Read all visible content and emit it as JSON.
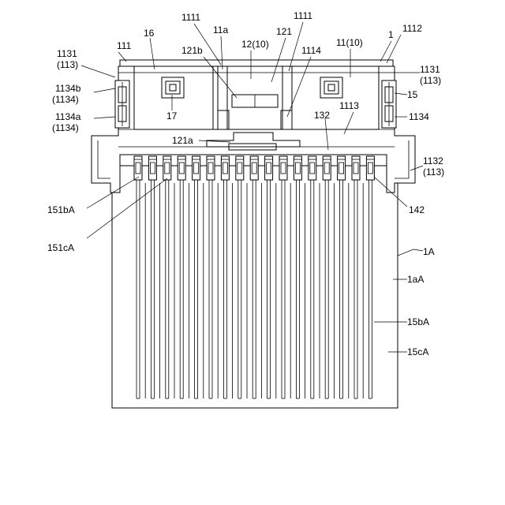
{
  "figure": {
    "labels": {
      "l1131_left": "1131",
      "l113_left": "(113)",
      "l111": "111",
      "l16": "16",
      "l1111_left": "1111",
      "l11a": "11a",
      "l1111_right": "1111",
      "l121": "121",
      "l121b": "121b",
      "l12_10": "12(10)",
      "l1114": "1114",
      "l11_10": "11(10)",
      "l1": "1",
      "l1112": "1112",
      "l1131_right": "1131",
      "l113_right": "(113)",
      "l1134b": "1134b",
      "l1134_b": "(1134)",
      "l15": "15",
      "l1134a": "1134a",
      "l1134_a": "(1134)",
      "l17": "17",
      "l1113": "1113",
      "l132": "132",
      "l1134": "1134",
      "l121a": "121a",
      "l1132": "1132",
      "l113_low": "(113)",
      "l151bA": "151bA",
      "l142": "142",
      "l151cA": "151cA",
      "l1A": "1A",
      "l1aA": "1aA",
      "l15bA": "15bA",
      "l15cA": "15cA"
    }
  }
}
